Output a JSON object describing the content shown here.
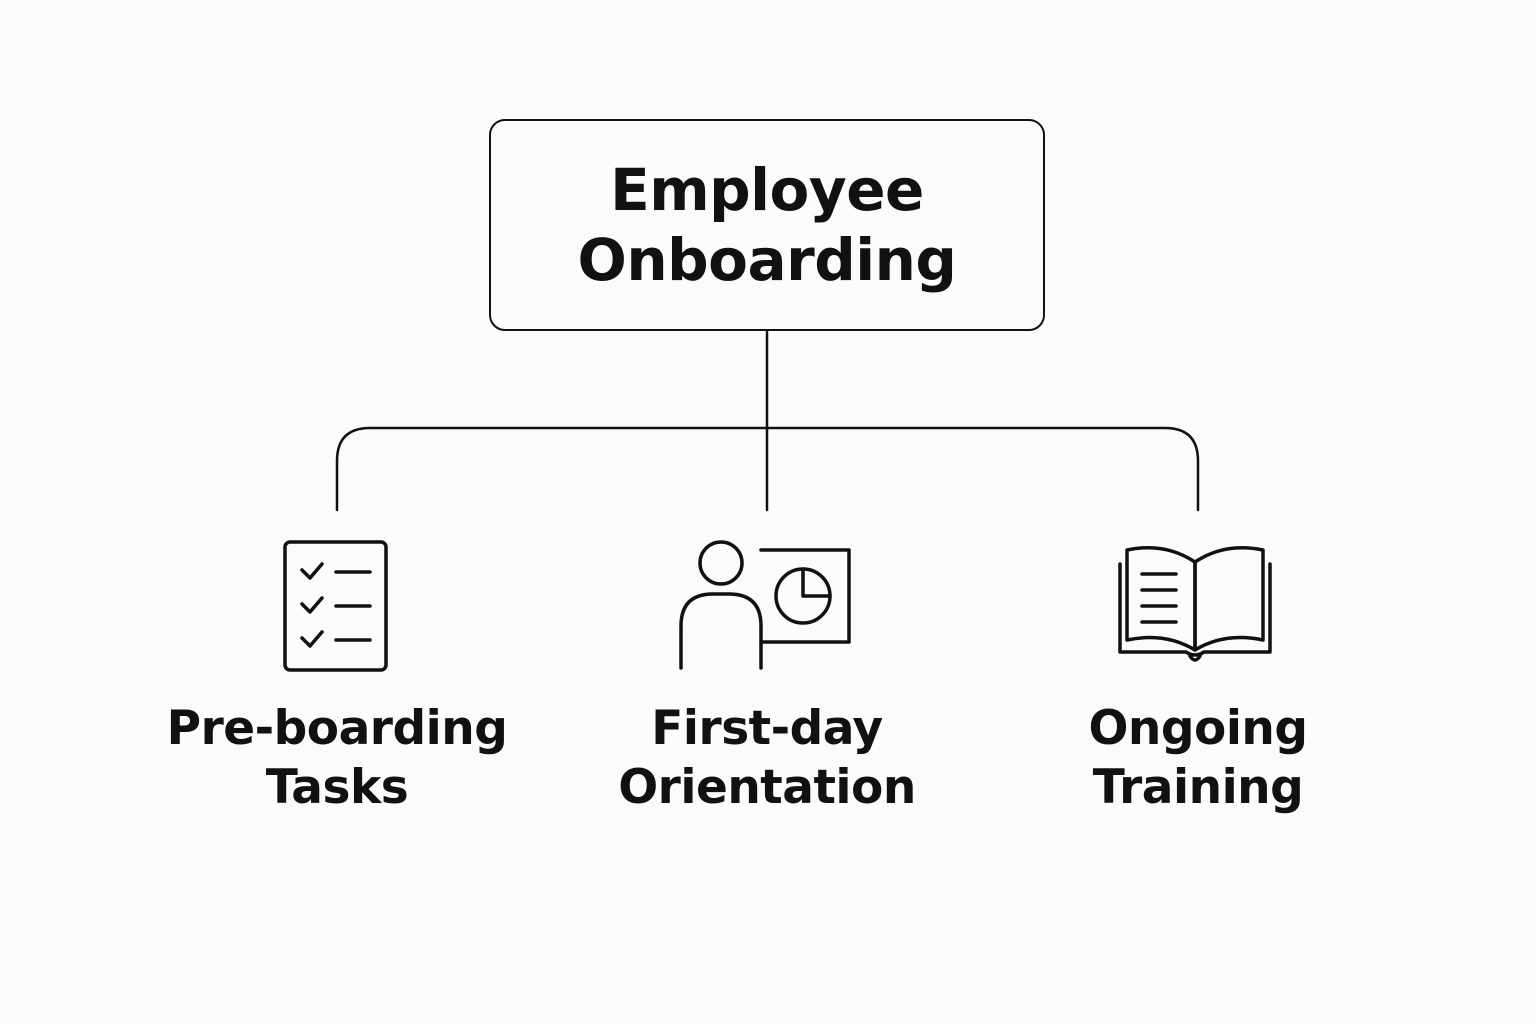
{
  "root": {
    "title": "Employee Onboarding"
  },
  "children": [
    {
      "line1": "Pre-boarding",
      "line2": "Tasks",
      "icon": "checklist-icon"
    },
    {
      "line1": "First-day",
      "line2": "Orientation",
      "icon": "presenter-icon"
    },
    {
      "line1": "Ongoing",
      "line2": "Training",
      "icon": "open-book-icon"
    }
  ],
  "colors": {
    "background": "#fcfbf9",
    "stroke": "#111111"
  }
}
